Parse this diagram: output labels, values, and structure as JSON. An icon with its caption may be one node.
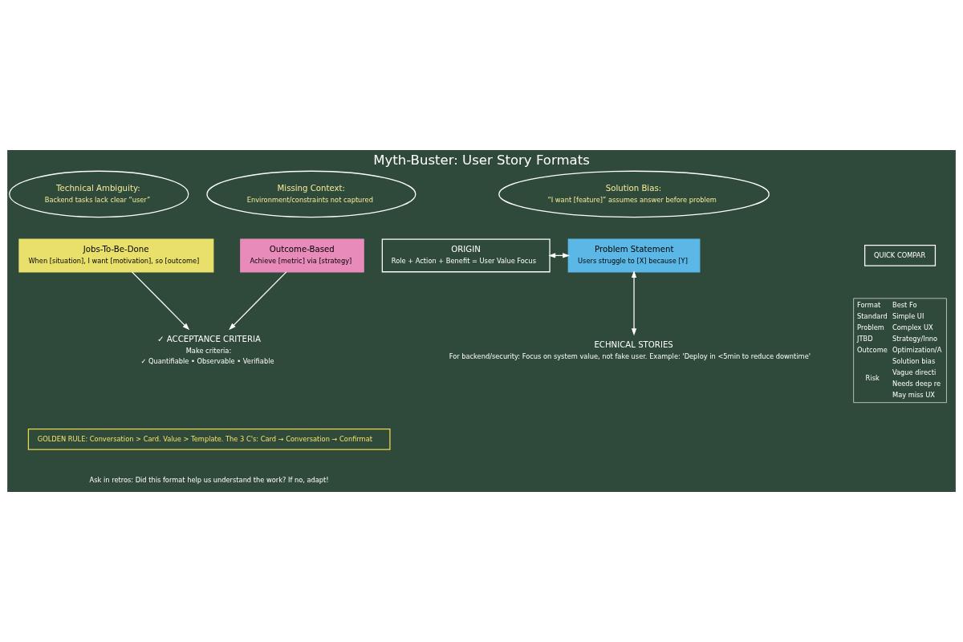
{
  "diagram": {
    "title": "Myth-Buster: User Story Formats",
    "caption": "Ask in retros: Did this format help us understand the work? If no, adapt!",
    "nodes": [
      {
        "text": [
          "ORIGIN",
          "Role + Action + Benefit = User Value Focus"
        ]
      },
      {
        "text": [
          "Solution Bias:",
          "“I want [feature]” assumes answer before problem"
        ]
      },
      {
        "text": [
          "Technical Ambiguity:",
          "Backend tasks lack clear “user”"
        ]
      },
      {
        "text": [
          "Missing Context:",
          "Environment/constraints not captured"
        ]
      },
      {
        "text": [
          "Problem Statement",
          "Users struggle to [X] because [Y]"
        ]
      },
      {
        "text": [
          "Jobs-To-Be-Done",
          "When [situation], I want [motivation], so [outcome]"
        ]
      },
      {
        "text": [
          "Outcome-Based",
          "Achieve [metric] via [strategy]"
        ]
      },
      {
        "text": [
          "ECHNICAL STORIES",
          "For backend/security: Focus on system value, not fake user. Example: 'Deploy in <5min to reduce downtime'"
        ]
      },
      {
        "text": [
          "✓ ACCEPTANCE CRITERIA",
          "Make criteria:",
          "✓ Quantifiable • Observable • Verifiable"
        ]
      },
      {
        "text": [
          "QUICK COMPAR"
        ]
      },
      {
        "text": [
          "GOLDEN RULE: Conversation > Card. Value > Template. The 3 C's: Card → Conversation → Confirmat"
        ]
      }
    ],
    "edges": [
      {
        "from": 0,
        "to": 4,
        "arrow": "both"
      },
      {
        "from": 7,
        "to": 4,
        "arrow": "both"
      },
      {
        "from": 5,
        "to": 8,
        "arrow": "to"
      },
      {
        "from": 6,
        "to": 8,
        "arrow": "to"
      }
    ],
    "labels": [
      "Format",
      "Best Fo",
      "Standard",
      "Simple UI",
      "Problem",
      "Complex UX",
      "JTBD",
      "Strategy/Inno",
      "Outcome",
      "Optimization/A",
      "Risk",
      "Solution bias",
      "Vague directi",
      "Needs deep re",
      "May miss UX"
    ]
  }
}
